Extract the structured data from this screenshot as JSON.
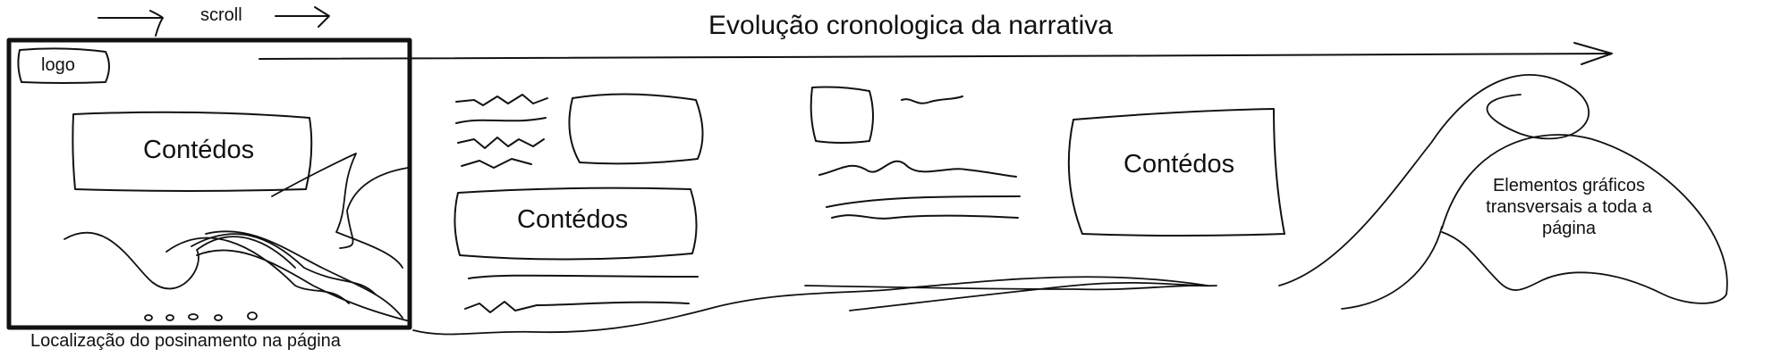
{
  "diagram": {
    "title": "Evolução cronologica da narrativa",
    "scroll_label": "scroll",
    "logo_label": "logo",
    "content_boxes": [
      "Contédos",
      "Contédos",
      "Contédos"
    ],
    "graphic_elements_note": "Elementos gráficos transversais a toda a página",
    "position_label": "Localização do posinamento na página",
    "position_dots": 5
  }
}
